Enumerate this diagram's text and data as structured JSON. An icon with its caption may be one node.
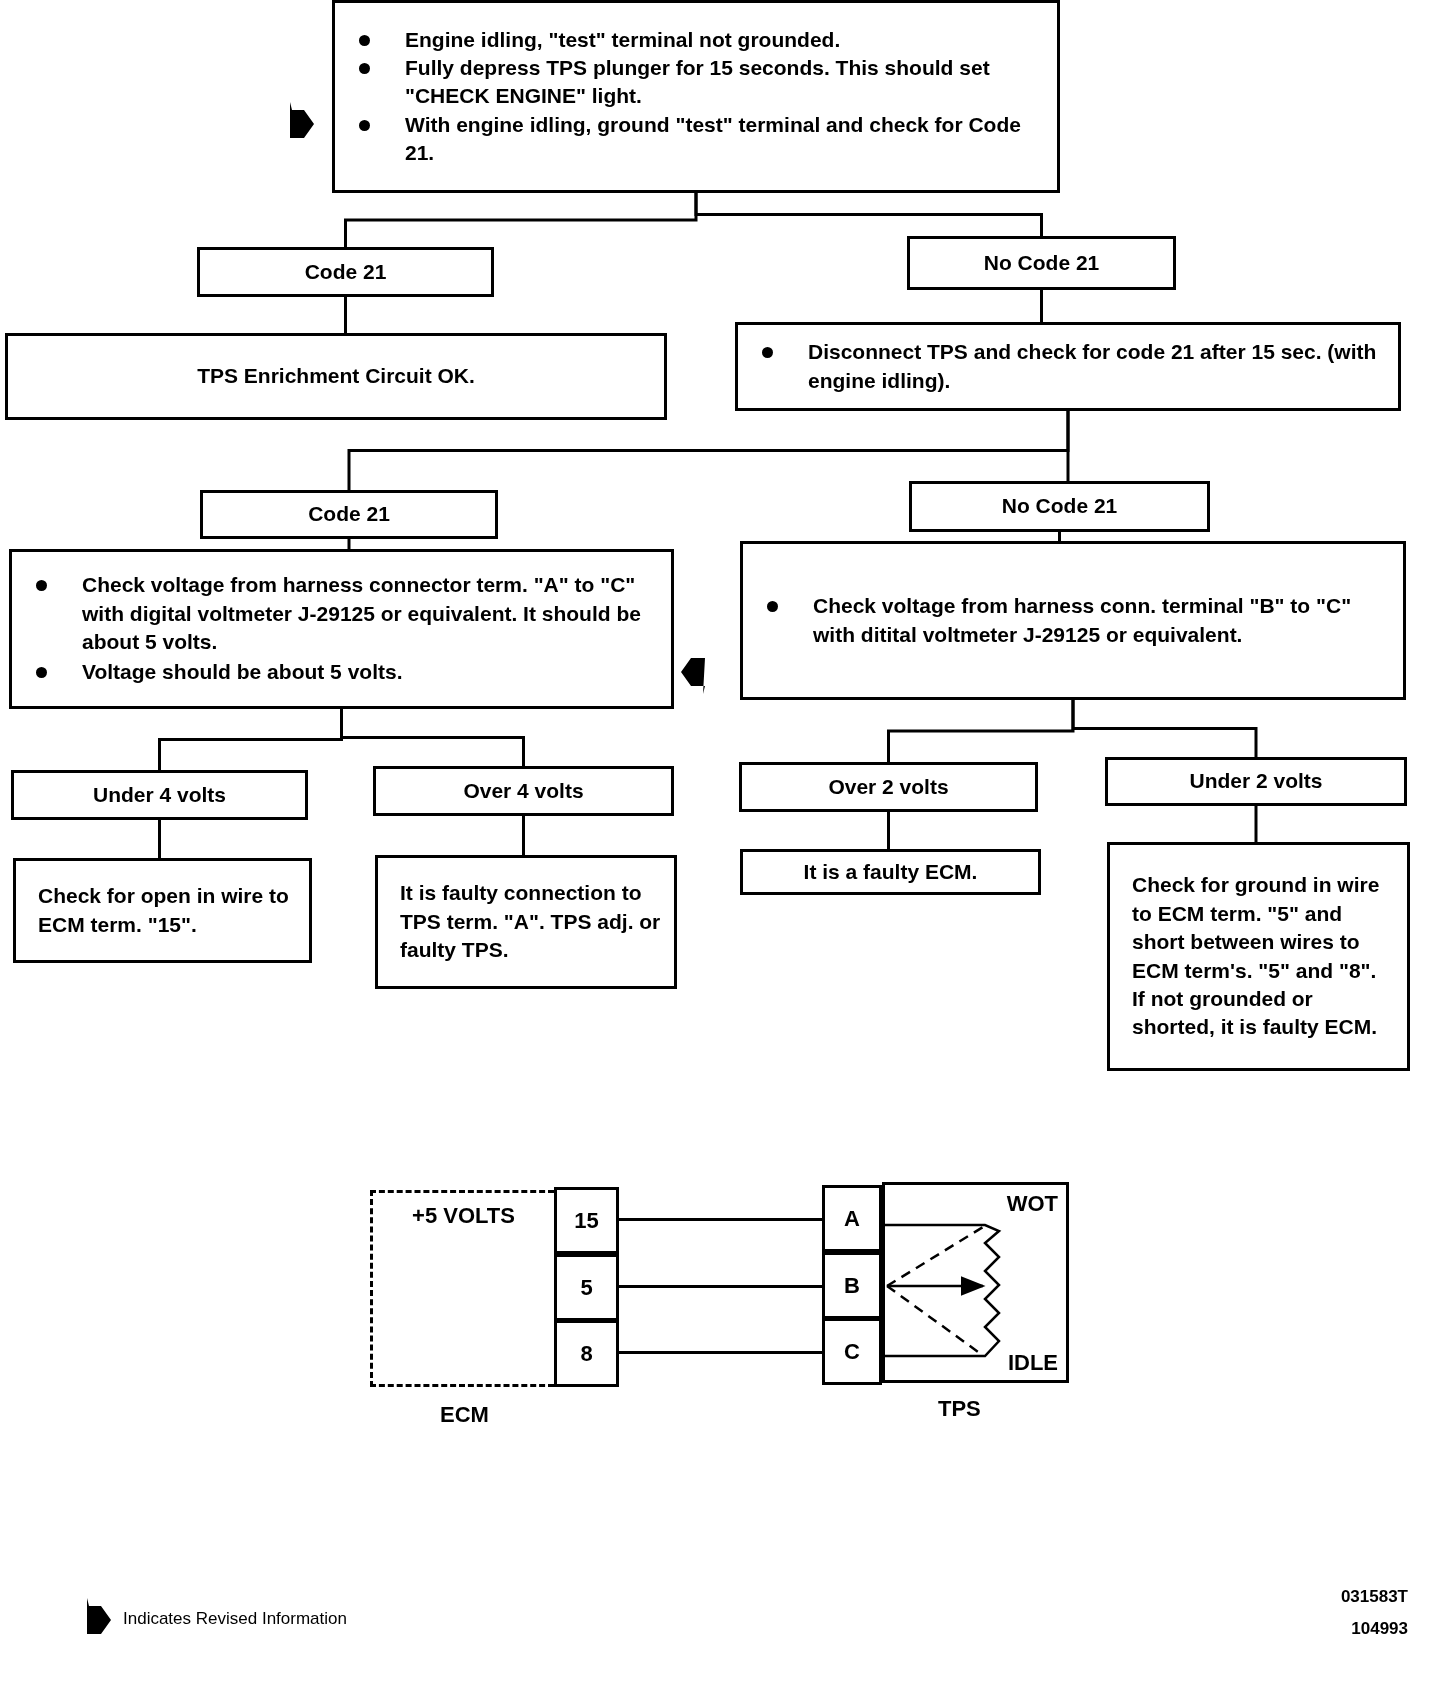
{
  "diagram": {
    "nodes": [
      {
        "text": [
          "Engine idling, \"test\" terminal not grounded.",
          "Fully depress TPS plunger for 15 seconds. This should set \"CHECK ENGINE\" light.",
          "With engine idling, ground \"test\" terminal and check for Code 21."
        ]
      },
      {
        "text": [
          "Code 21"
        ]
      },
      {
        "text": [
          "No Code 21"
        ]
      },
      {
        "text": [
          "TPS Enrichment Circuit OK."
        ]
      },
      {
        "text": [
          "Disconnect TPS and check for code 21 after 15 sec. (with engine idling)."
        ]
      },
      {
        "text": [
          "Code 21"
        ]
      },
      {
        "text": [
          "No Code 21"
        ]
      },
      {
        "text": [
          "Check voltage from harness connector term. \"A\" to \"C\" with digital voltmeter J-29125 or equivalent. It should be about 5 volts.",
          "Voltage should be about 5 volts."
        ]
      },
      {
        "text": [
          "Check voltage from harness conn. terminal \"B\" to \"C\" with ditital voltmeter J-29125 or equivalent."
        ]
      },
      {
        "text": [
          "Under 4 volts"
        ]
      },
      {
        "text": [
          "Over 4 volts"
        ]
      },
      {
        "text": [
          "Over 2 volts"
        ]
      },
      {
        "text": [
          "Under 2 volts"
        ]
      },
      {
        "text": [
          "Check for open in wire to ECM term. \"15\"."
        ]
      },
      {
        "text": [
          "It is faulty connection to TPS term. \"A\". TPS adj. or faulty TPS."
        ]
      },
      {
        "text": [
          "It is a faulty ECM."
        ]
      },
      {
        "text": [
          "Check for ground in wire to ECM term. \"5\" and short between wires to ECM term's. \"5\" and \"8\". If not grounded or shorted, it is faulty ECM."
        ]
      },
      {
        "text": [
          "+5 VOLTS"
        ],
        "beside": [
          "ECM"
        ]
      },
      {
        "text": [
          "15"
        ]
      },
      {
        "text": [
          "5"
        ]
      },
      {
        "text": [
          "8"
        ]
      },
      {
        "text": [
          "A"
        ]
      },
      {
        "text": [
          "B"
        ]
      },
      {
        "text": [
          "C"
        ]
      },
      {
        "text": [
          "WOT",
          "IDLE"
        ],
        "beside": [
          "TPS"
        ]
      }
    ],
    "edges": [
      {
        "from": 0,
        "to": 1,
        "arrow": "none"
      },
      {
        "from": 0,
        "to": 2,
        "arrow": "none"
      },
      {
        "from": 1,
        "to": 3,
        "arrow": "none"
      },
      {
        "from": 2,
        "to": 4,
        "arrow": "none"
      },
      {
        "from": 4,
        "to": 5,
        "arrow": "none"
      },
      {
        "from": 4,
        "to": 6,
        "arrow": "none"
      },
      {
        "from": 5,
        "to": 7,
        "arrow": "none"
      },
      {
        "from": 6,
        "to": 8,
        "arrow": "none"
      },
      {
        "from": 7,
        "to": 9,
        "arrow": "none"
      },
      {
        "from": 7,
        "to": 10,
        "arrow": "none"
      },
      {
        "from": 8,
        "to": 11,
        "arrow": "none"
      },
      {
        "from": 8,
        "to": 12,
        "arrow": "none"
      },
      {
        "from": 9,
        "to": 13,
        "arrow": "none"
      },
      {
        "from": 10,
        "to": 14,
        "arrow": "none"
      },
      {
        "from": 11,
        "to": 15,
        "arrow": "none"
      },
      {
        "from": 12,
        "to": 16,
        "arrow": "none"
      },
      {
        "from": 18,
        "to": 21,
        "arrow": "none"
      },
      {
        "from": 19,
        "to": 22,
        "arrow": "none"
      },
      {
        "from": 20,
        "to": 23,
        "arrow": "none"
      }
    ],
    "labels": [
      "031583T",
      "104993"
    ],
    "legend": [
      {
        "text": "Indicates Revised Information"
      }
    ]
  }
}
